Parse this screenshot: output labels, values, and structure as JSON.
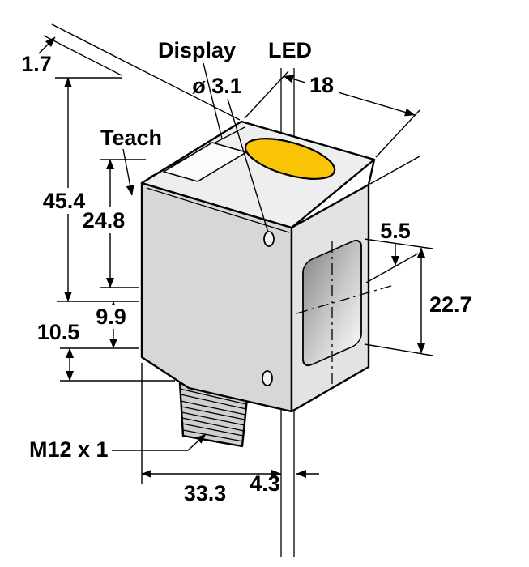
{
  "diagram": {
    "type": "technical-dimension-drawing",
    "subject": "rectangular photoelectric sensor with display, LED dome, teach button, sensing window and M12 threaded connector",
    "colors": {
      "led_dome": "#F9C406",
      "body": "#D7D7D7",
      "line": "#000000"
    },
    "labels": {
      "display": "Display",
      "led": "LED",
      "teach": "Teach",
      "thread": "M12 x 1"
    },
    "dimensions": {
      "d1_7": "1.7",
      "dia3_1": "ø 3.1",
      "d18": "18",
      "d45_4": "45.4",
      "d24_8": "24.8",
      "d5_5": "5.5",
      "d22_7": "22.7",
      "d9_9": "9.9",
      "d10_5": "10.5",
      "d33_3": "33.3",
      "d4_3": "4.3"
    }
  }
}
